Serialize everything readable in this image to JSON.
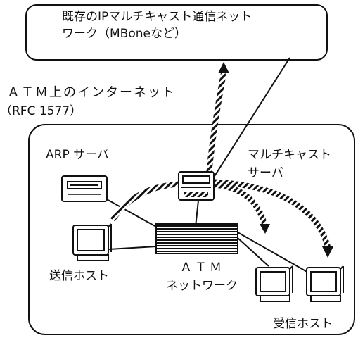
{
  "top_box": {
    "line1": "既存のIPマルチキャスト通信ネット",
    "line2": "ワーク（MBoneなど）"
  },
  "internet_label": {
    "line1": "ＡＴＭ上のインターネット",
    "line2": "（RFC 1577）"
  },
  "arp_server_label": "ARP サーバ",
  "multicast_server_label": {
    "line1": "マルチキャスト",
    "line2": "サーバ"
  },
  "sender_host_label": "送信ホスト",
  "atm_network_label": {
    "line1": "ＡＴＭ",
    "line2": "ネットワーク"
  },
  "receiver_host_label": "受信ホスト"
}
